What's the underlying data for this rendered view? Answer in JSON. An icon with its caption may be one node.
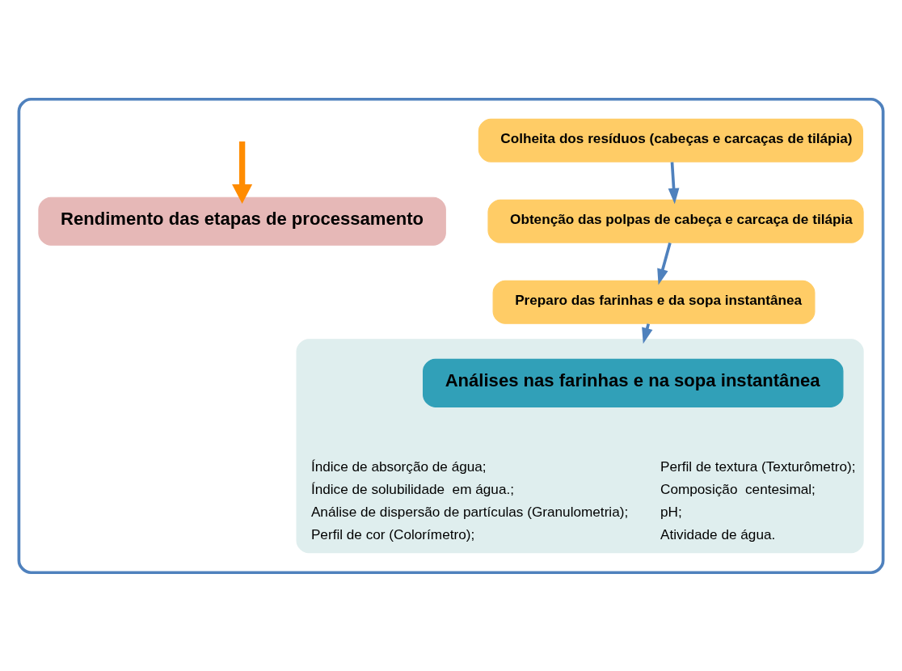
{
  "diagram": {
    "nodes": [
      {
        "text": [],
        "shape": "box"
      },
      {
        "text": [
          "Colheita dos resíduos (cabeças e carcaças de tilápia)"
        ],
        "in": 0
      },
      {
        "text": [
          "Obtenção das polpas de cabeça e carcaça de tilápia"
        ],
        "in": 0
      },
      {
        "text": [
          "Preparo das farinhas e da sopa instantânea"
        ],
        "in": 0
      },
      {
        "text": [
          "Rendimento das etapas de processamento"
        ],
        "in": 0
      },
      {
        "text": [
          "Índice de absorção de água;",
          "Índice de solubilidade  em água.;",
          "Análise de dispersão de partículas (Granulometria);",
          "Perfil de cor (Colorímetro);",
          "Perfil de textura (Texturômetro);",
          "Composição  centesimal;",
          "pH;",
          "Atividade de água."
        ],
        "in": 0
      },
      {
        "text": [
          "Análises nas farinhas e na sopa instantânea"
        ],
        "in": 5
      }
    ],
    "edges": [
      {
        "from": 1,
        "to": 2,
        "arrow": "to"
      },
      {
        "from": 2,
        "to": 3,
        "arrow": "to"
      },
      {
        "from": 3,
        "to": 5,
        "arrow": "to"
      },
      {
        "from": null,
        "to": 4,
        "arrow": "to",
        "style": "thick",
        "color": "#ff8c00"
      }
    ]
  }
}
